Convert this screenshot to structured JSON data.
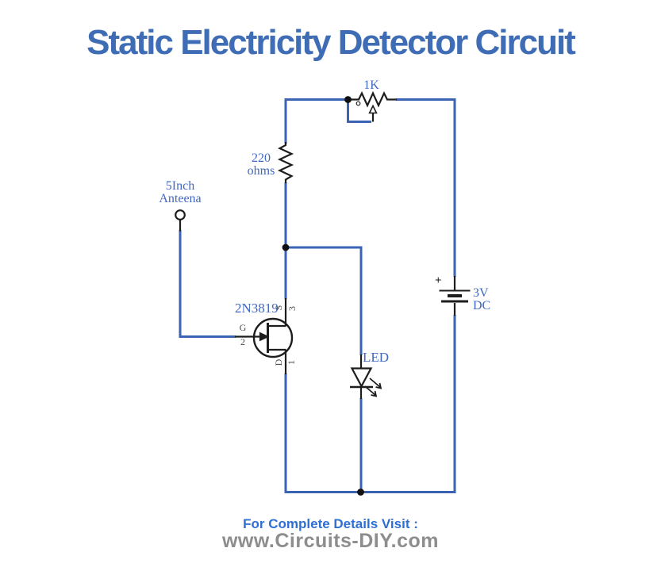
{
  "title": "Static Electricity Detector Circuit",
  "circuit": {
    "potentiometer": {
      "label": "1K"
    },
    "resistor": {
      "value": "220",
      "unit": "ohms"
    },
    "antenna": {
      "line1": "5Inch",
      "line2": "Anteena"
    },
    "transistor": {
      "label": "2N3819",
      "pin_gate": "G",
      "pin_gate_num": "2",
      "pin_source": "S",
      "pin_source_num": "3",
      "pin_drain": "D",
      "pin_drain_num": "1"
    },
    "led": {
      "label": "LED"
    },
    "battery": {
      "polarity": "+",
      "line1": "3V",
      "line2": "DC"
    }
  },
  "footer": {
    "line1": "For Complete Details Visit :",
    "line2": "www.Circuits-DIY.com"
  },
  "colors": {
    "wire_blue": "#3a63b4",
    "label_blue": "#4168c2",
    "title_blue": "#3e6cb5",
    "footer_link_blue": "#2e6fd6",
    "footer_gray": "#8d8d8d",
    "component_black": "#1d1d1d"
  }
}
